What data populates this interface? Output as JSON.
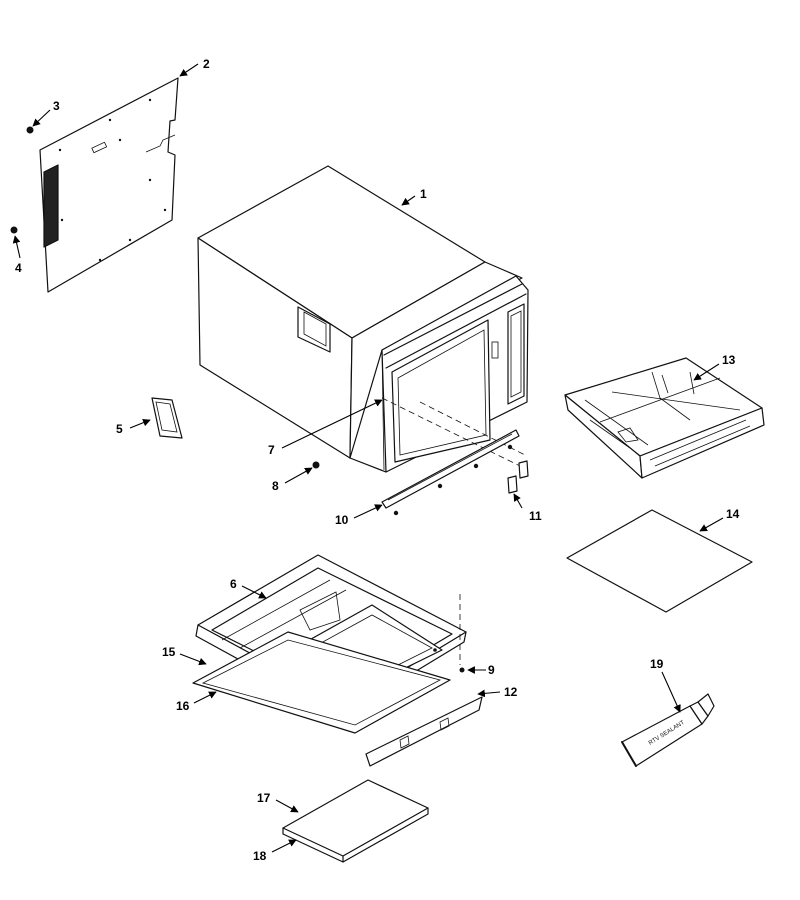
{
  "callouts": [
    "1",
    "2",
    "3",
    "4",
    "5",
    "6",
    "7",
    "8",
    "9",
    "10",
    "11",
    "12",
    "13",
    "14",
    "15",
    "16",
    "17",
    "18",
    "19"
  ],
  "tube_label": "RTV SEALANT"
}
